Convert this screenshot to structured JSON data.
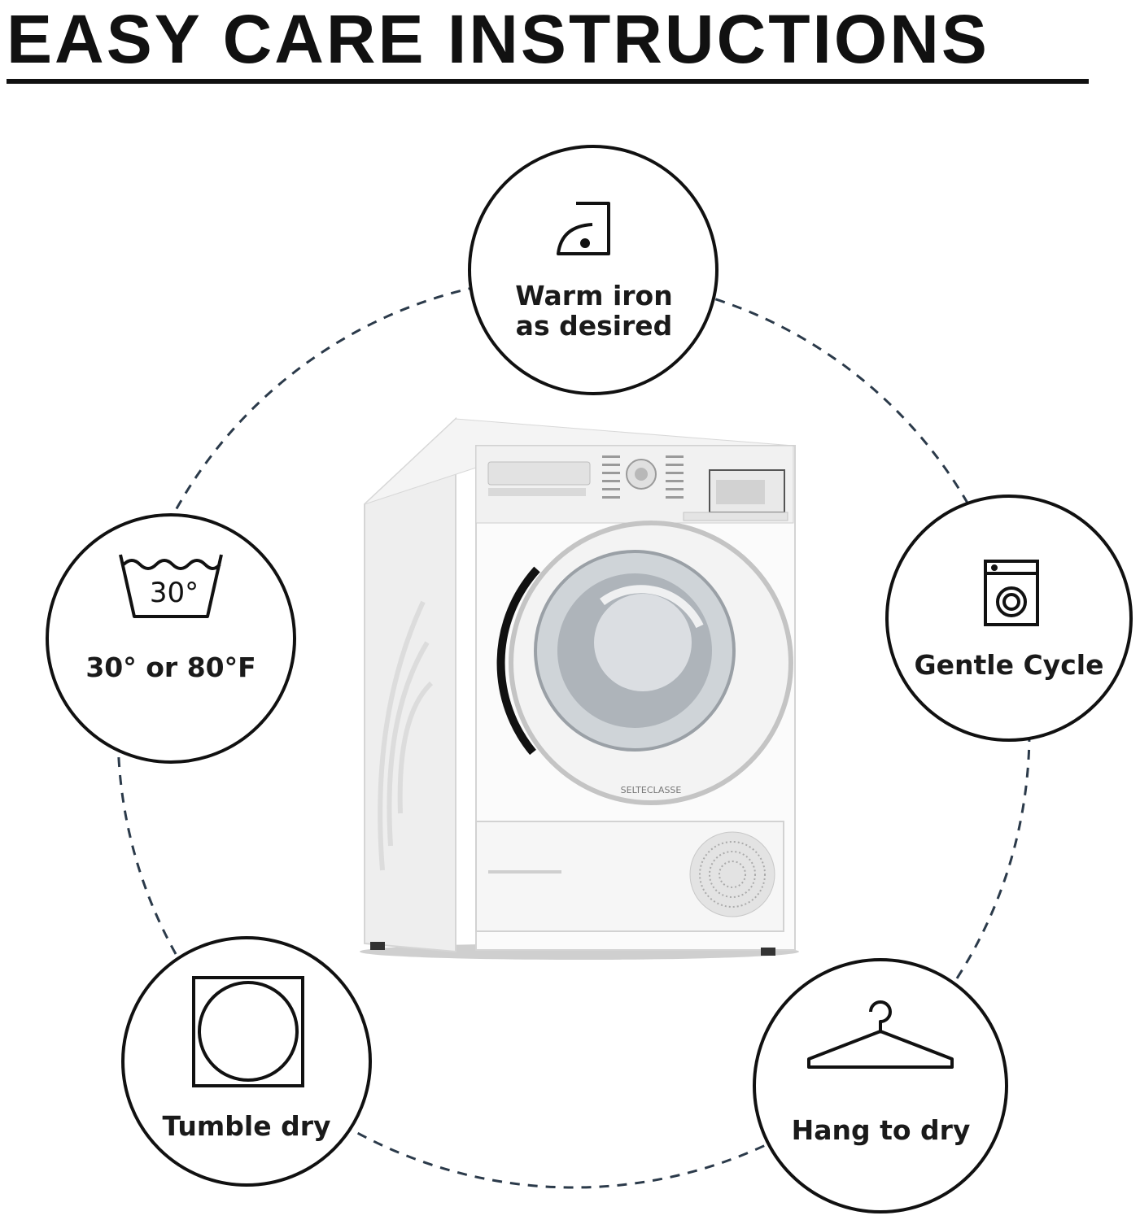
{
  "title": "EASY CARE INSTRUCTIONS",
  "care_items": {
    "iron": {
      "icon": "warm-iron-icon",
      "label_line1": "Warm iron",
      "label_line2": "as desired"
    },
    "wash": {
      "icon": "wash-tub-icon",
      "icon_text": "30°",
      "label": "30° or 80°F"
    },
    "gentle": {
      "icon": "gentle-cycle-icon",
      "label": "Gentle Cycle"
    },
    "tumble": {
      "icon": "tumble-dry-icon",
      "label": "Tumble dry"
    },
    "hang": {
      "icon": "hanger-icon",
      "label": "Hang to dry"
    }
  },
  "product_image": {
    "icon": "tumble-dryer-machine",
    "brand_text": "SELTECLASSE"
  },
  "colors": {
    "ink": "#111111",
    "background": "#ffffff",
    "dash": "#2b3a4a"
  }
}
